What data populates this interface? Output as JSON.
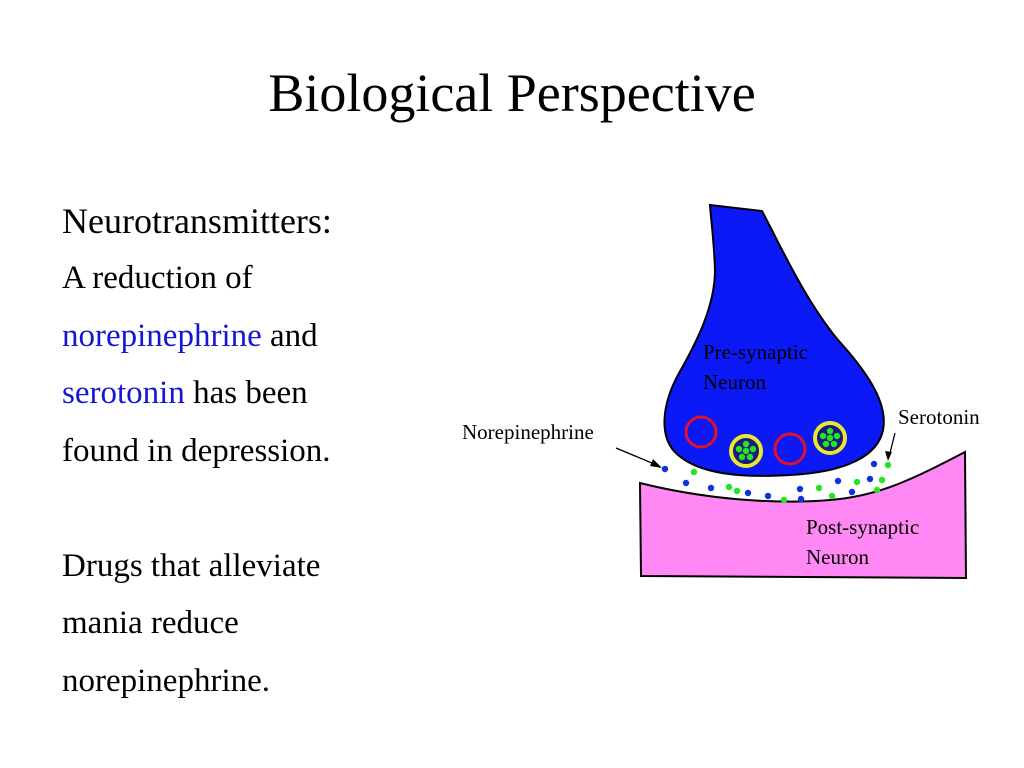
{
  "slide": {
    "title": "Biological Perspective",
    "heading": "Neurotransmitters:",
    "para1": {
      "line1": "A reduction of",
      "norepinephrine": "norepinephrine",
      "and": " and",
      "serotonin": "serotonin",
      "has_been": " has been",
      "line4": "found in depression."
    },
    "para2": {
      "line1": "Drugs that alleviate",
      "line2": "mania reduce",
      "line3": "norepinephrine."
    },
    "colors": {
      "highlight_text": "#1515d8",
      "pre_synaptic": "#0a19f5",
      "post_synaptic": "#ff88f4",
      "norepinephrine_dot": "#1030e0",
      "serotonin_dot": "#22e622",
      "vesicle_empty": "#e01030",
      "vesicle_full_ring": "#e8e830"
    }
  },
  "diagram": {
    "labels": {
      "pre_line1": "Pre-synaptic",
      "pre_line2": "Neuron",
      "post_line1": "Post-synaptic",
      "post_line2": "Neuron",
      "norepinephrine": "Norepinephrine",
      "serotonin": "Serotonin"
    }
  }
}
